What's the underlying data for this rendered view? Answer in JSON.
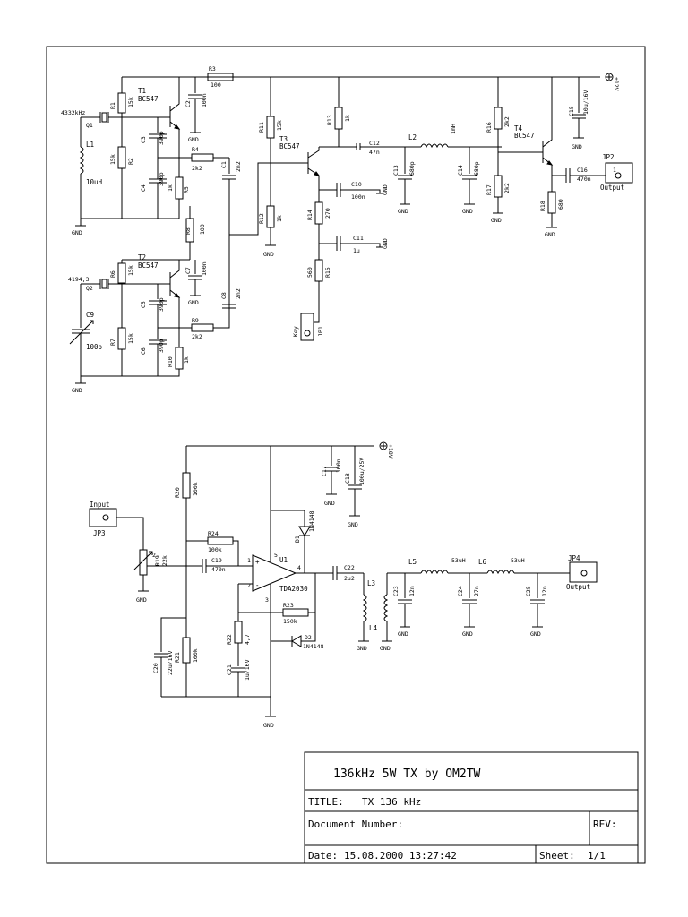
{
  "title_block": {
    "project": "136kHz 5W TX by OM2TW",
    "title_label": "TITLE:",
    "title_value": "TX 136 kHz",
    "docnum_label": "Document Number:",
    "rev_label": "REV:",
    "date_label": "Date:",
    "date_value": "15.08.2000 13:27:42",
    "sheet_label": "Sheet:",
    "sheet_value": "1/1"
  },
  "power": {
    "rail1": "+12V",
    "rail2": "+18V"
  },
  "gnd": "GND",
  "oscillators": {
    "q1_label": "Q1",
    "q1_freq": "4332kHz",
    "q2_label": "Q2",
    "q2_freq": "4194,3",
    "l1": "L1",
    "l1_val": "10uH",
    "c9": "C9",
    "c9_val": "100p",
    "t1": "T1",
    "t1_type": "BC547",
    "t2": "T2",
    "t2_type": "BC547",
    "r1": "R1",
    "r1v": "15k",
    "r2": "R2",
    "r2v": "15k",
    "r4": "R4",
    "r4v": "2k2",
    "r5": "R5",
    "r5v": "1k",
    "r3": "R3",
    "r3v": "100",
    "r6": "R6",
    "r6v": "15k",
    "r7": "R7",
    "r7v": "15k",
    "r8": "R8",
    "r8v": "100",
    "r9": "R9",
    "r9v": "2k2",
    "r10": "R10",
    "r10v": "1k",
    "c2": "C2",
    "c2v": "100n",
    "c3": "C3",
    "c3v": "390p",
    "c4": "C4",
    "c4v": "390p",
    "c1": "C1",
    "c1v": "2n2",
    "c7": "C7",
    "c7v": "100n",
    "c5": "C5",
    "c5v": "390p",
    "c6": "C6",
    "c6v": "390p",
    "c8": "C8",
    "c8v": "2n2"
  },
  "mixer": {
    "t3": "T3",
    "t3_type": "BC547",
    "r11": "R11",
    "r11v": "15k",
    "r12": "R12",
    "r12v": "1k",
    "r13": "R13",
    "r13v": "1k",
    "r14": "R14",
    "r14v": "270",
    "r15": "R15",
    "r15v": "560",
    "c10": "C10",
    "c10v": "100n",
    "c11": "C11",
    "c11v": "1u",
    "c12": "C12",
    "c12v": "47n",
    "l2": "L2",
    "l2v": "1mH",
    "c13": "C13",
    "c13v": "680p",
    "c14": "C14",
    "c14v": "680p",
    "jp1": "JP1",
    "key": "Key"
  },
  "buffer": {
    "t4": "T4",
    "t4_type": "BC547",
    "r16": "R16",
    "r16v": "2k2",
    "r17": "R17",
    "r17v": "2k2",
    "r18": "R18",
    "r18v": "680",
    "c15": "C15",
    "c15v": "10u/16V",
    "c16": "C16",
    "c16v": "470n",
    "jp2": "JP2",
    "output": "Output",
    "pin1": "1"
  },
  "amplifier": {
    "input": "Input",
    "jp3": "JP3",
    "r19": "R19",
    "r19v": "22k",
    "r20": "R20",
    "r20v": "100k",
    "r21": "R21",
    "r21v": "100k",
    "r22": "R22",
    "r22v": "4,7",
    "r23": "R23",
    "r23v": "150k",
    "r24": "R24",
    "r24v": "100k",
    "c17": "C17",
    "c17v": "100n",
    "c18": "C18",
    "c18v": "100u/25V",
    "c19": "C19",
    "c19v": "470n",
    "c20": "C20",
    "c20v": "22u/16V",
    "c21": "C21",
    "c21v": "1u/16V",
    "c22": "C22",
    "c22v": "2u2",
    "c23": "C23",
    "c23v": "12n",
    "c24": "C24",
    "c24v": "27n",
    "c25": "C25",
    "c25v": "12n",
    "d1": "D1",
    "d1v": "1N4148",
    "d2": "D2",
    "d2v": "1N4148",
    "u1": "U1",
    "u1v": "TDA2030",
    "l3": "L3",
    "l4": "L4",
    "l5": "L5",
    "l5v": "53uH",
    "l6": "L6",
    "l6v": "53uH",
    "jp4": "JP4",
    "output": "Output",
    "pin1": "1",
    "pin2": "2",
    "pin3": "3",
    "pin4": "4",
    "pin5": "5",
    "pin_plus": "+",
    "pin_minus": "-"
  }
}
